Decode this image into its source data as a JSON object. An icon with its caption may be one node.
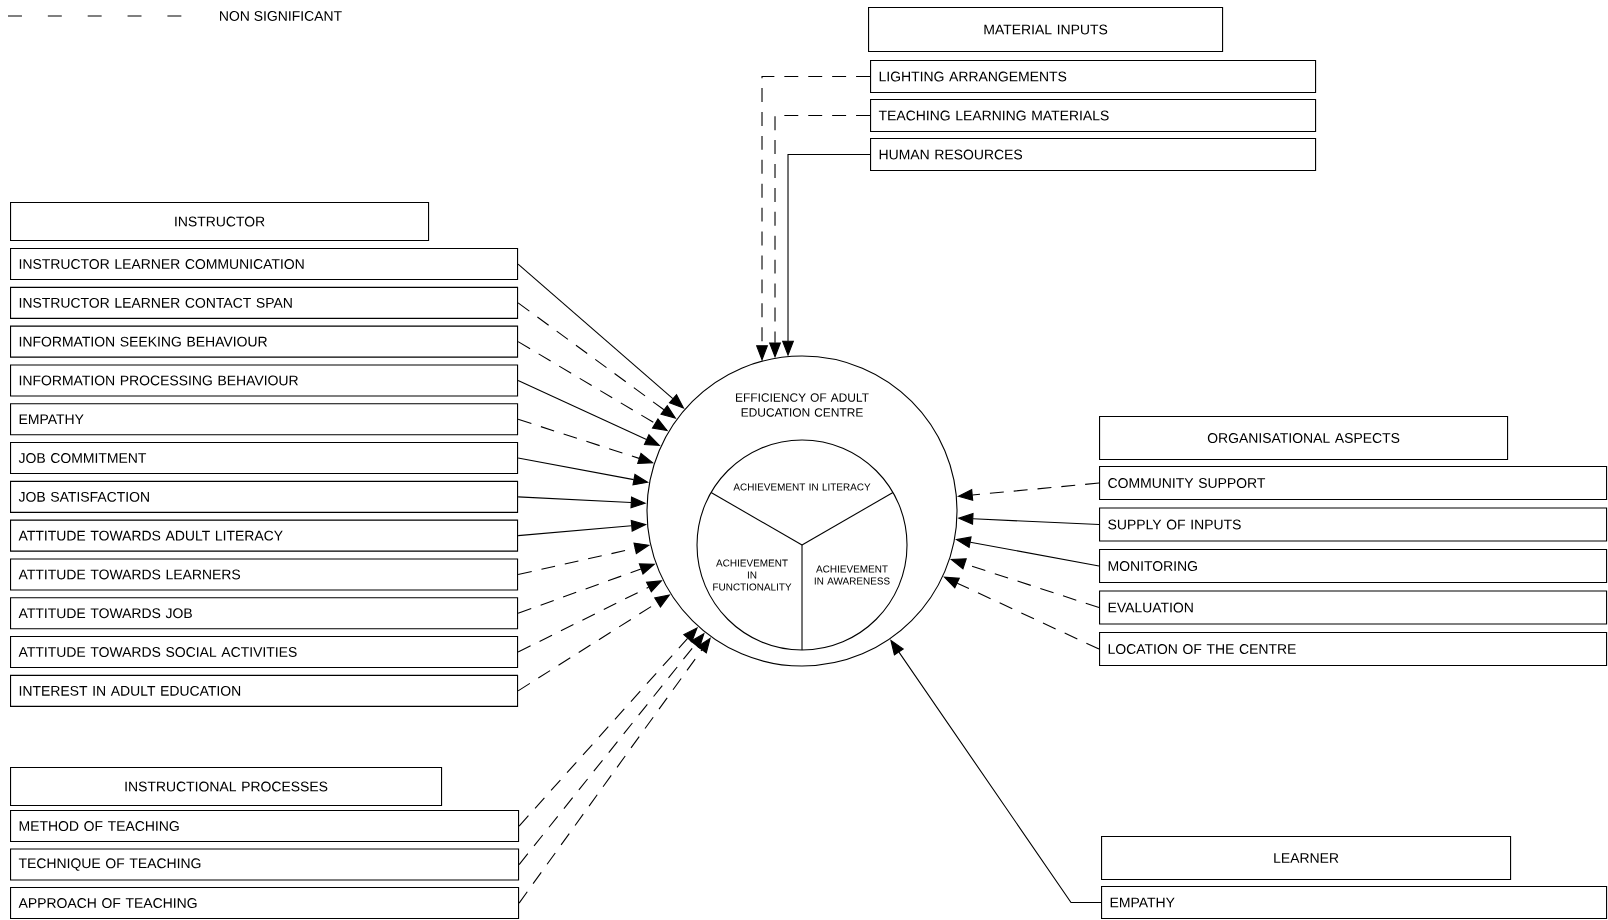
{
  "diagram": {
    "nodes": [
      {
        "text": [
          "EFFICIENCY OF ADULT EDUCATION CENTRE"
        ]
      },
      {
        "text": [
          "ACHIEVEMENT IN LITERACY"
        ],
        "in": 0
      },
      {
        "text": [
          "ACHIEVEMENT IN FUNCTIONALITY"
        ],
        "in": 0
      },
      {
        "text": [
          "ACHIEVEMENT IN AWARENESS"
        ],
        "in": 0
      },
      {
        "text": [
          "MATERIAL INPUTS"
        ]
      },
      {
        "text": [
          "LIGHTING ARRANGEMENTS"
        ]
      },
      {
        "text": [
          "TEACHING LEARNING MATERIALS"
        ]
      },
      {
        "text": [
          "HUMAN RESOURCES"
        ]
      },
      {
        "text": [
          "INSTRUCTOR"
        ]
      },
      {
        "text": [
          "INSTRUCTOR LEARNER COMMUNICATION"
        ]
      },
      {
        "text": [
          "INSTRUCTOR LEARNER CONTACT SPAN"
        ]
      },
      {
        "text": [
          "INFORMATION SEEKING BEHAVIOUR"
        ]
      },
      {
        "text": [
          "INFORMATION PROCESSING BEHAVIOUR"
        ]
      },
      {
        "text": [
          "EMPATHY"
        ]
      },
      {
        "text": [
          "JOB COMMITMENT"
        ]
      },
      {
        "text": [
          "JOB SATISFACTION"
        ]
      },
      {
        "text": [
          "ATTITUDE TOWARDS ADULT LITERACY"
        ]
      },
      {
        "text": [
          "ATTITUDE TOWARDS LEARNERS"
        ]
      },
      {
        "text": [
          "ATTITUDE TOWARDS JOB"
        ]
      },
      {
        "text": [
          "ATTITUDE TOWARDS SOCIAL ACTIVITIES"
        ]
      },
      {
        "text": [
          "INTEREST IN ADULT EDUCATION"
        ]
      },
      {
        "text": [
          "INSTRUCTIONAL PROCESSES"
        ]
      },
      {
        "text": [
          "METHOD OF TEACHING"
        ]
      },
      {
        "text": [
          "TECHNIQUE OF TEACHING"
        ]
      },
      {
        "text": [
          "APPROACH OF TEACHING"
        ]
      },
      {
        "text": [
          "ORGANISATIONAL ASPECTS"
        ]
      },
      {
        "text": [
          "COMMUNITY SUPPORT"
        ]
      },
      {
        "text": [
          "SUPPLY OF INPUTS"
        ]
      },
      {
        "text": [
          "MONITORING"
        ]
      },
      {
        "text": [
          "EVALUATION"
        ]
      },
      {
        "text": [
          "LOCATION OF THE CENTRE"
        ]
      },
      {
        "text": [
          "LEARNER"
        ]
      },
      {
        "text": [
          "EMPATHY"
        ]
      }
    ],
    "edges": [
      {
        "from": 5,
        "to": 0,
        "arrow": "to",
        "style": "dashed"
      },
      {
        "from": 6,
        "to": 0,
        "arrow": "to",
        "style": "dashed"
      },
      {
        "from": 7,
        "to": 0,
        "arrow": "to"
      },
      {
        "from": 9,
        "to": 0,
        "arrow": "to"
      },
      {
        "from": 10,
        "to": 0,
        "arrow": "to",
        "style": "dashed"
      },
      {
        "from": 11,
        "to": 0,
        "arrow": "to",
        "style": "dashed"
      },
      {
        "from": 12,
        "to": 0,
        "arrow": "to"
      },
      {
        "from": 13,
        "to": 0,
        "arrow": "to",
        "style": "dashed"
      },
      {
        "from": 14,
        "to": 0,
        "arrow": "to"
      },
      {
        "from": 15,
        "to": 0,
        "arrow": "to"
      },
      {
        "from": 16,
        "to": 0,
        "arrow": "to"
      },
      {
        "from": 17,
        "to": 0,
        "arrow": "to",
        "style": "dashed"
      },
      {
        "from": 18,
        "to": 0,
        "arrow": "to",
        "style": "dashed"
      },
      {
        "from": 19,
        "to": 0,
        "arrow": "to",
        "style": "dashed"
      },
      {
        "from": 20,
        "to": 0,
        "arrow": "to",
        "style": "dashed"
      },
      {
        "from": 22,
        "to": 0,
        "arrow": "to",
        "style": "dashed"
      },
      {
        "from": 23,
        "to": 0,
        "arrow": "to",
        "style": "dashed"
      },
      {
        "from": 24,
        "to": 0,
        "arrow": "to",
        "style": "dashed"
      },
      {
        "from": 26,
        "to": 0,
        "arrow": "to",
        "style": "dashed"
      },
      {
        "from": 27,
        "to": 0,
        "arrow": "to"
      },
      {
        "from": 28,
        "to": 0,
        "arrow": "to"
      },
      {
        "from": 29,
        "to": 0,
        "arrow": "to",
        "style": "dashed"
      },
      {
        "from": 30,
        "to": 0,
        "arrow": "to",
        "style": "dashed"
      },
      {
        "from": 32,
        "to": 0,
        "arrow": "to"
      }
    ],
    "legend": [
      {
        "text": "NON SIGNIFICANT"
      }
    ]
  }
}
